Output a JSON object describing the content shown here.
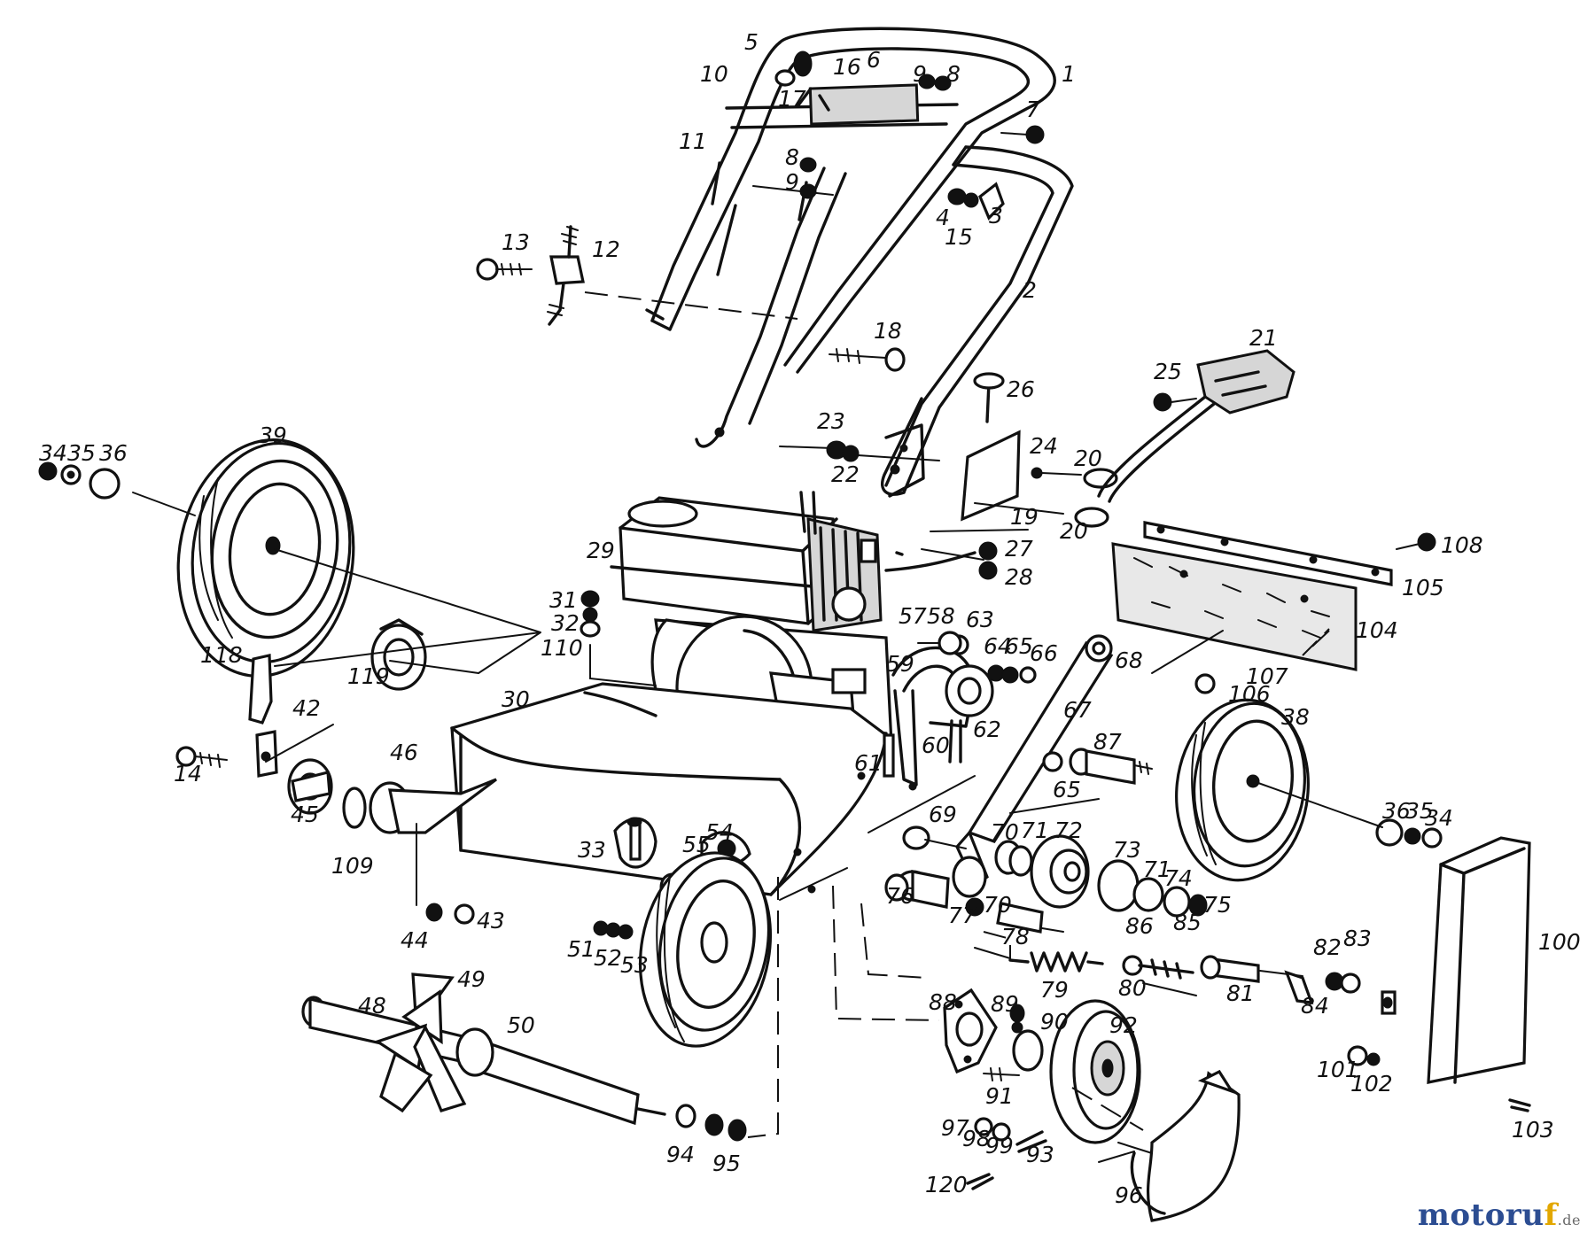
{
  "watermark": {
    "brand_prefix": "motoru",
    "brand_highlight": "f",
    "tld": ".de"
  },
  "callouts": [
    "1",
    "2",
    "3",
    "4",
    "5",
    "6",
    "7",
    "8",
    "8",
    "9",
    "9",
    "10",
    "11",
    "12",
    "13",
    "14",
    "15",
    "16",
    "17",
    "18",
    "19",
    "20",
    "20",
    "21",
    "22",
    "23",
    "24",
    "25",
    "26",
    "27",
    "28",
    "29",
    "30",
    "31",
    "32",
    "33",
    "34",
    "34",
    "35",
    "35",
    "36",
    "36",
    "38",
    "39",
    "42",
    "43",
    "44",
    "45",
    "46",
    "48",
    "49",
    "50",
    "51",
    "52",
    "53",
    "54",
    "55",
    "57",
    "58",
    "59",
    "60",
    "61",
    "62",
    "63",
    "64",
    "65",
    "65",
    "66",
    "67",
    "68",
    "69",
    "70",
    "70",
    "71",
    "71",
    "72",
    "73",
    "74",
    "75",
    "76",
    "77",
    "78",
    "79",
    "80",
    "81",
    "82",
    "83",
    "84",
    "85",
    "86",
    "87",
    "88",
    "89",
    "90",
    "91",
    "92",
    "93",
    "94",
    "95",
    "96",
    "97",
    "98",
    "99",
    "100",
    "101",
    "102",
    "103",
    "104",
    "105",
    "106",
    "107",
    "108",
    "109",
    "110",
    "118",
    "119",
    "120"
  ]
}
